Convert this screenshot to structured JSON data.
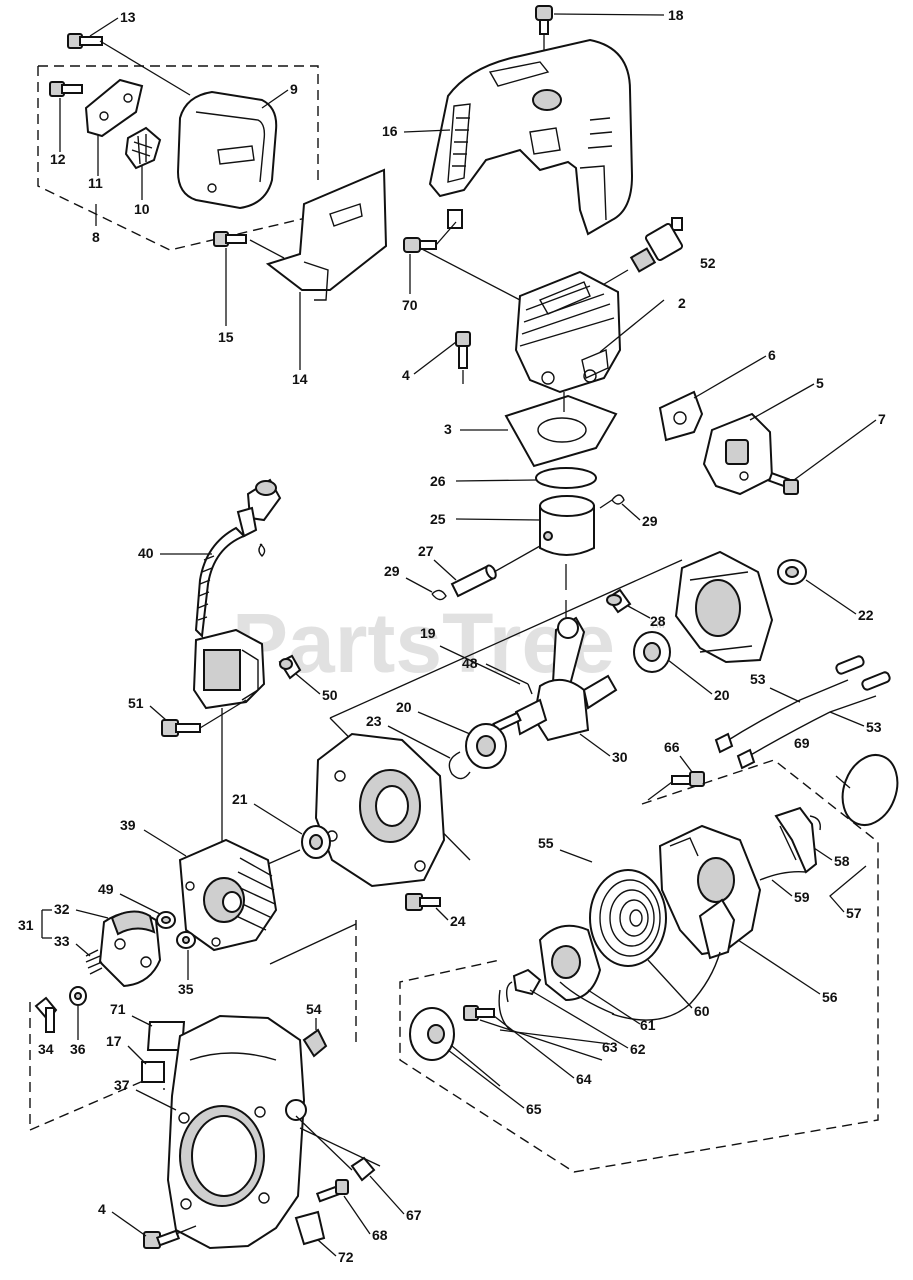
{
  "watermark": {
    "text": "PartsTree",
    "tm": "TM"
  },
  "labels": {
    "p13": "13",
    "p18": "18",
    "p9": "9",
    "p16": "16",
    "p12": "12",
    "p11": "11",
    "p10": "10",
    "p8": "8",
    "p15": "15",
    "p14": "14",
    "p70": "70",
    "p52": "52",
    "p2": "2",
    "p4a": "4",
    "p6": "6",
    "p5": "5",
    "p3": "3",
    "p7": "7",
    "p26": "26",
    "p25": "25",
    "p29a": "29",
    "p27": "27",
    "p29b": "29",
    "p40": "40",
    "p22": "22",
    "p28": "28",
    "p19": "19",
    "p48": "48",
    "p20a": "20",
    "p51": "51",
    "p50": "50",
    "p53a": "53",
    "p53b": "53",
    "p20b": "20",
    "p23": "23",
    "p30": "30",
    "p66": "66",
    "p69": "69",
    "p21": "21",
    "p39": "39",
    "p55": "55",
    "p58": "58",
    "p24": "24",
    "p59": "59",
    "p57": "57",
    "p49": "49",
    "p32": "32",
    "p31": "31",
    "p33": "33",
    "p35": "35",
    "p60": "60",
    "p56": "56",
    "p61": "61",
    "p54": "54",
    "p71": "71",
    "p17": "17",
    "p34": "34",
    "p36": "36",
    "p63": "63",
    "p62": "62",
    "p64": "64",
    "p65": "65",
    "p37": "37",
    "p67": "67",
    "p68": "68",
    "p4b": "4",
    "p72": "72"
  }
}
